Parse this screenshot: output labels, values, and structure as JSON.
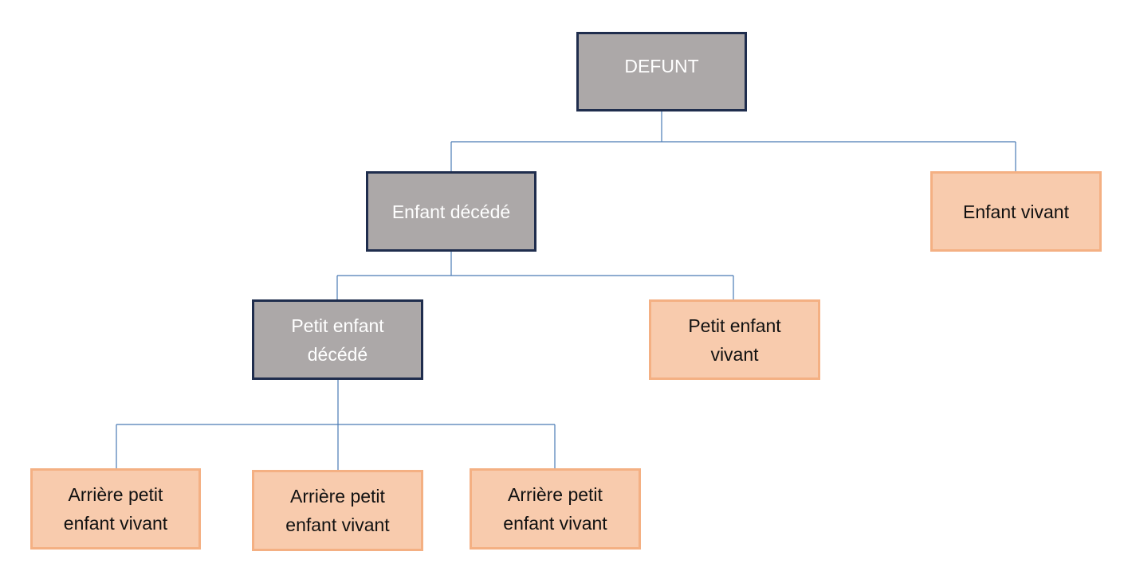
{
  "colors": {
    "deceased_fill": "#aca8a8",
    "deceased_border": "#1f2d4d",
    "living_fill": "#f8cbad",
    "living_border": "#f4b083",
    "connector": "#4a7ab5"
  },
  "nodes": {
    "defunt": "DEFUNT",
    "enfant_decede": "Enfant décédé",
    "enfant_vivant": "Enfant vivant",
    "petit_enfant_decede": [
      "Petit enfant",
      "décédé"
    ],
    "petit_enfant_vivant": [
      "Petit enfant",
      "vivant"
    ],
    "arriere_1": [
      "Arrière petit",
      "enfant vivant"
    ],
    "arriere_2": [
      "Arrière petit",
      "enfant vivant"
    ],
    "arriere_3": [
      "Arrière petit",
      "enfant vivant"
    ]
  }
}
